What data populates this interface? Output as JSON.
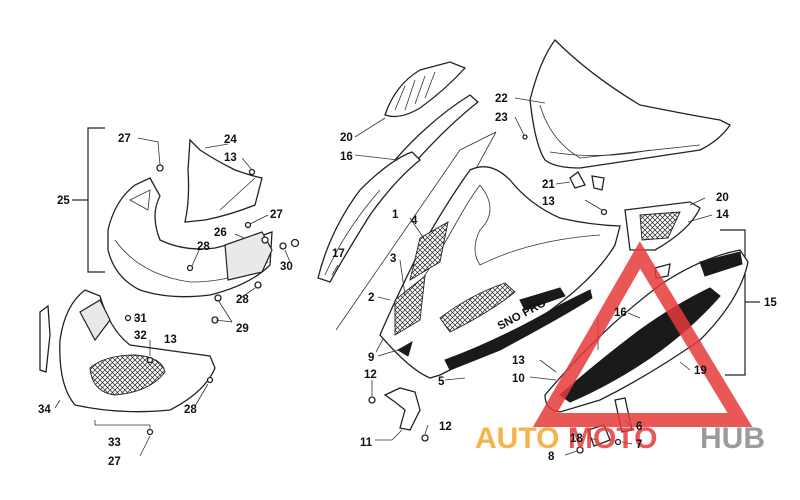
{
  "diagram": {
    "callouts": [
      {
        "id": "c27a",
        "text": "27"
      },
      {
        "id": "c24",
        "text": "24"
      },
      {
        "id": "c13a",
        "text": "13"
      },
      {
        "id": "c25",
        "text": "25"
      },
      {
        "id": "c27b",
        "text": "27"
      },
      {
        "id": "c26",
        "text": "26"
      },
      {
        "id": "c28a",
        "text": "28"
      },
      {
        "id": "c30",
        "text": "30"
      },
      {
        "id": "c28b",
        "text": "28"
      },
      {
        "id": "c29",
        "text": "29"
      },
      {
        "id": "c31",
        "text": "31"
      },
      {
        "id": "c32",
        "text": "32"
      },
      {
        "id": "c13b",
        "text": "13"
      },
      {
        "id": "c34",
        "text": "34"
      },
      {
        "id": "c28c",
        "text": "28"
      },
      {
        "id": "c33",
        "text": "33"
      },
      {
        "id": "c27c",
        "text": "27"
      },
      {
        "id": "c20a",
        "text": "20"
      },
      {
        "id": "c16a",
        "text": "16"
      },
      {
        "id": "c17",
        "text": "17"
      },
      {
        "id": "c1",
        "text": "1"
      },
      {
        "id": "c4",
        "text": "4"
      },
      {
        "id": "c3",
        "text": "3"
      },
      {
        "id": "c2",
        "text": "2"
      },
      {
        "id": "c9",
        "text": "9"
      },
      {
        "id": "c12a",
        "text": "12"
      },
      {
        "id": "c5",
        "text": "5"
      },
      {
        "id": "c11",
        "text": "11"
      },
      {
        "id": "c12b",
        "text": "12"
      },
      {
        "id": "c22",
        "text": "22"
      },
      {
        "id": "c23",
        "text": "23"
      },
      {
        "id": "c21",
        "text": "21"
      },
      {
        "id": "c13c",
        "text": "13"
      },
      {
        "id": "c20b",
        "text": "20"
      },
      {
        "id": "c14",
        "text": "14"
      },
      {
        "id": "c15",
        "text": "15"
      },
      {
        "id": "c16b",
        "text": "16"
      },
      {
        "id": "c19",
        "text": "19"
      },
      {
        "id": "c13d",
        "text": "13"
      },
      {
        "id": "c10",
        "text": "10"
      },
      {
        "id": "c18",
        "text": "18"
      },
      {
        "id": "c6",
        "text": "6"
      },
      {
        "id": "c8",
        "text": "8"
      },
      {
        "id": "c7",
        "text": "7"
      }
    ],
    "hood_graphic_text": "SNO PRO"
  },
  "watermark": {
    "part1": "AUTO",
    "part2": "MOTO",
    "part3": "HUB",
    "color_orange": "#f4a62a",
    "color_red": "#e63a3a",
    "color_grey": "#8a8a8a"
  }
}
